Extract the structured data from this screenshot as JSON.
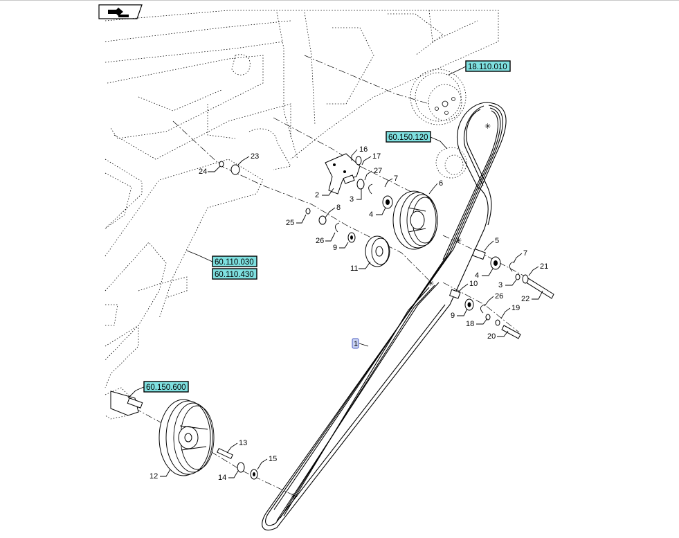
{
  "toolbar": {
    "icon": "navigate-back-icon"
  },
  "references": [
    {
      "id": "ref-18-110-010",
      "text": "18.110.010"
    },
    {
      "id": "ref-60-150-120",
      "text": "60.150.120"
    },
    {
      "id": "ref-60-110-030",
      "text": "60.110.030"
    },
    {
      "id": "ref-60-110-430",
      "text": "60.110.430"
    },
    {
      "id": "ref-60-150-600",
      "text": "60.150.600"
    }
  ],
  "belt_label": "1",
  "callouts": {
    "c16": "16",
    "c17": "17",
    "c27": "27",
    "c23": "23",
    "c24": "24",
    "c2": "2",
    "c3a": "3",
    "c7a": "7",
    "c4a": "4",
    "c6": "6",
    "c8": "8",
    "c25": "25",
    "c26a": "26",
    "c9a": "9",
    "c11": "11",
    "c5": "5",
    "c7b": "7",
    "c4b": "4",
    "c3b": "3",
    "c21": "21",
    "c22": "22",
    "c10": "10",
    "c26b": "26",
    "c19": "19",
    "c9b": "9",
    "c18": "18",
    "c20": "20",
    "c13": "13",
    "c15": "15",
    "c12": "12",
    "c14": "14"
  }
}
